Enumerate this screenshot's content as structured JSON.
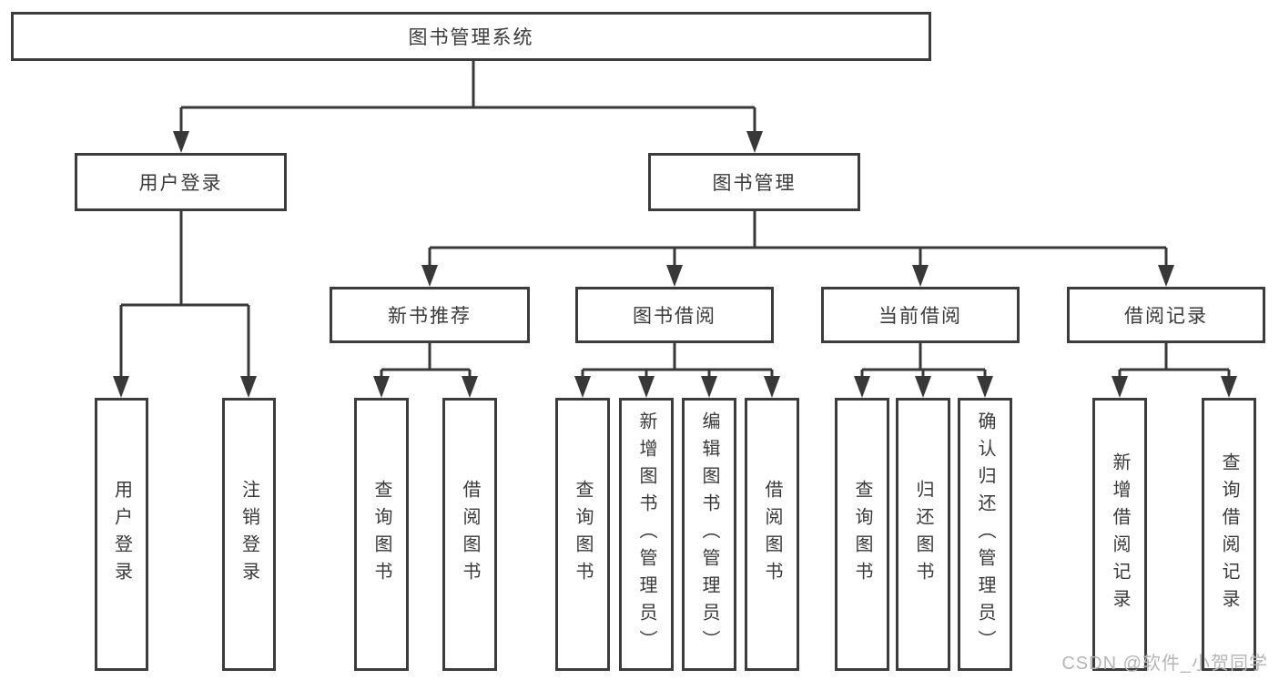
{
  "diagram": {
    "root": {
      "label": "图书管理系统"
    },
    "branches": [
      {
        "label": "用户登录",
        "children": [
          {
            "label": "用户登录"
          },
          {
            "label": "注销登录"
          }
        ]
      },
      {
        "label": "图书管理",
        "children": [
          {
            "label": "新书推荐",
            "children": [
              {
                "label": "查询图书"
              },
              {
                "label": "借阅图书"
              }
            ]
          },
          {
            "label": "图书借阅",
            "children": [
              {
                "label": "查询图书"
              },
              {
                "label": "新增图书（管理员）"
              },
              {
                "label": "编辑图书（管理员）"
              },
              {
                "label": "借阅图书"
              }
            ]
          },
          {
            "label": "当前借阅",
            "children": [
              {
                "label": "查询图书"
              },
              {
                "label": "归还图书"
              },
              {
                "label": "确认归还（管理员）"
              }
            ]
          },
          {
            "label": "借阅记录",
            "children": [
              {
                "label": "新增借阅记录"
              },
              {
                "label": "查询借阅记录"
              }
            ]
          }
        ]
      }
    ],
    "watermark": "CSDN @软件_小贺同学",
    "colors": {
      "line": "#383838",
      "box_border": "#3c3c3c",
      "text": "#3a3a3a",
      "watermark": "#b5b5b5",
      "background": "#ffffff"
    }
  }
}
